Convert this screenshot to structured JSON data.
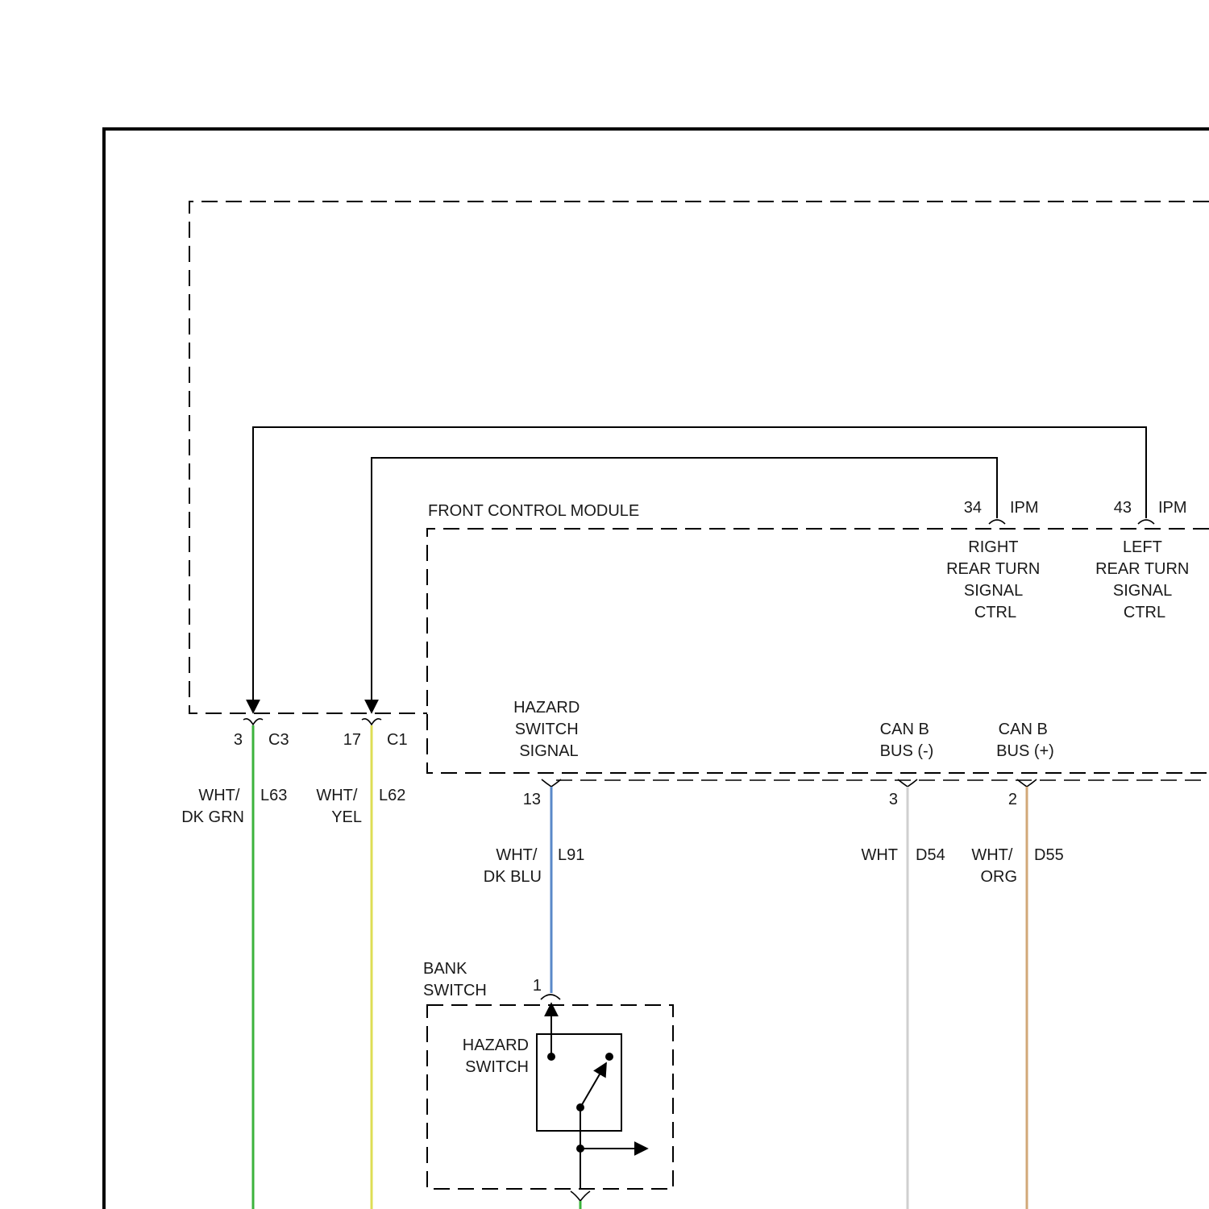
{
  "modules": {
    "front_control_module": "FRONT CONTROL MODULE",
    "bank_switch": [
      "BANK",
      "SWITCH"
    ],
    "hazard_switch": [
      "HAZARD",
      "SWITCH"
    ]
  },
  "pins": {
    "ipm_34": {
      "number": "34",
      "connector": "IPM",
      "function": [
        "RIGHT",
        "REAR TURN",
        "SIGNAL",
        "CTRL"
      ]
    },
    "ipm_43": {
      "number": "43",
      "connector": "IPM",
      "function": [
        "LEFT",
        "REAR TURN",
        "SIGNAL",
        "CTRL"
      ]
    },
    "c3_3": {
      "number": "3",
      "connector": "C3"
    },
    "c1_17": {
      "number": "17",
      "connector": "C1"
    },
    "hazard_13": {
      "number": "13",
      "function": [
        "HAZARD",
        "SWITCH",
        "SIGNAL"
      ]
    },
    "can_minus_3": {
      "number": "3",
      "function": [
        "CAN B",
        "BUS (-)"
      ]
    },
    "can_plus_2": {
      "number": "2",
      "function": [
        "CAN B",
        "BUS (+)"
      ]
    },
    "bank_switch_1": {
      "number": "1"
    }
  },
  "wires": {
    "l63": {
      "color": [
        "WHT/",
        "DK GRN"
      ],
      "circuit": "L63",
      "stroke": "#3cb33c"
    },
    "l62": {
      "color": [
        "WHT/",
        "YEL"
      ],
      "circuit": "L62",
      "stroke": "#dede55"
    },
    "l91": {
      "color": [
        "WHT/",
        "DK BLU"
      ],
      "circuit": "L91",
      "stroke": "#5a88c8"
    },
    "d54": {
      "color": [
        "WHT"
      ],
      "circuit": "D54",
      "stroke": "#cfcfcf"
    },
    "d55": {
      "color": [
        "WHT/",
        "ORG"
      ],
      "circuit": "D55",
      "stroke": "#d2a878"
    }
  }
}
